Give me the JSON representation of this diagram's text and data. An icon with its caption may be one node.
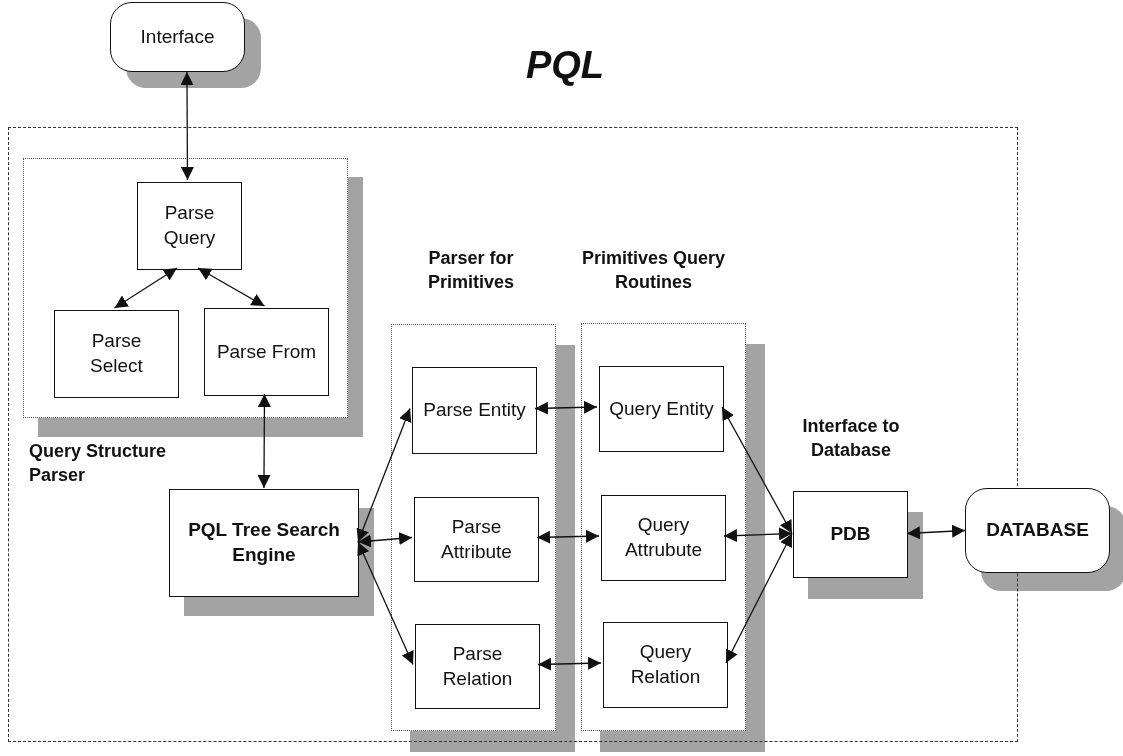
{
  "diagram": {
    "nodes": [
      {
        "text": [
          "Interface"
        ]
      },
      {
        "text": [
          "PQL"
        ]
      },
      {
        "text": [
          "Query Structure Parser"
        ],
        "in": 1
      },
      {
        "text": [
          "Parse Query"
        ],
        "in": 2
      },
      {
        "text": [
          "Parse Select"
        ],
        "in": 2
      },
      {
        "text": [
          "Parse From"
        ],
        "in": 2
      },
      {
        "text": [
          "PQL Tree Search Engine"
        ],
        "in": 1
      },
      {
        "text": [
          "Parser for Primitives"
        ],
        "in": 1
      },
      {
        "text": [
          "Parse Entity"
        ],
        "in": 7
      },
      {
        "text": [
          "Parse Attribute"
        ],
        "in": 7
      },
      {
        "text": [
          "Parse Relation"
        ],
        "in": 7
      },
      {
        "text": [
          "Primitives Query Routines"
        ],
        "in": 1
      },
      {
        "text": [
          "Query Entity"
        ],
        "in": 11
      },
      {
        "text": [
          "Query Attrubute"
        ],
        "in": 11
      },
      {
        "text": [
          "Query Relation"
        ],
        "in": 11
      },
      {
        "text": [
          "PDB"
        ],
        "in": 1,
        "beside": [
          "Interface to Database"
        ]
      },
      {
        "text": [
          "DATABASE"
        ]
      }
    ],
    "edges": [
      {
        "from": 0,
        "to": 3,
        "arrow": "both"
      },
      {
        "from": 3,
        "to": 4,
        "arrow": "both"
      },
      {
        "from": 3,
        "to": 5,
        "arrow": "both"
      },
      {
        "from": 5,
        "to": 6,
        "arrow": "both"
      },
      {
        "from": 6,
        "to": 8,
        "arrow": "both"
      },
      {
        "from": 6,
        "to": 9,
        "arrow": "both"
      },
      {
        "from": 6,
        "to": 10,
        "arrow": "both"
      },
      {
        "from": 8,
        "to": 12,
        "arrow": "both"
      },
      {
        "from": 9,
        "to": 13,
        "arrow": "both"
      },
      {
        "from": 10,
        "to": 14,
        "arrow": "both"
      },
      {
        "from": 15,
        "to": 12,
        "arrow": "both"
      },
      {
        "from": 15,
        "to": 13,
        "arrow": "both"
      },
      {
        "from": 15,
        "to": 14,
        "arrow": "both"
      },
      {
        "from": 15,
        "to": 16,
        "arrow": "both"
      }
    ]
  }
}
